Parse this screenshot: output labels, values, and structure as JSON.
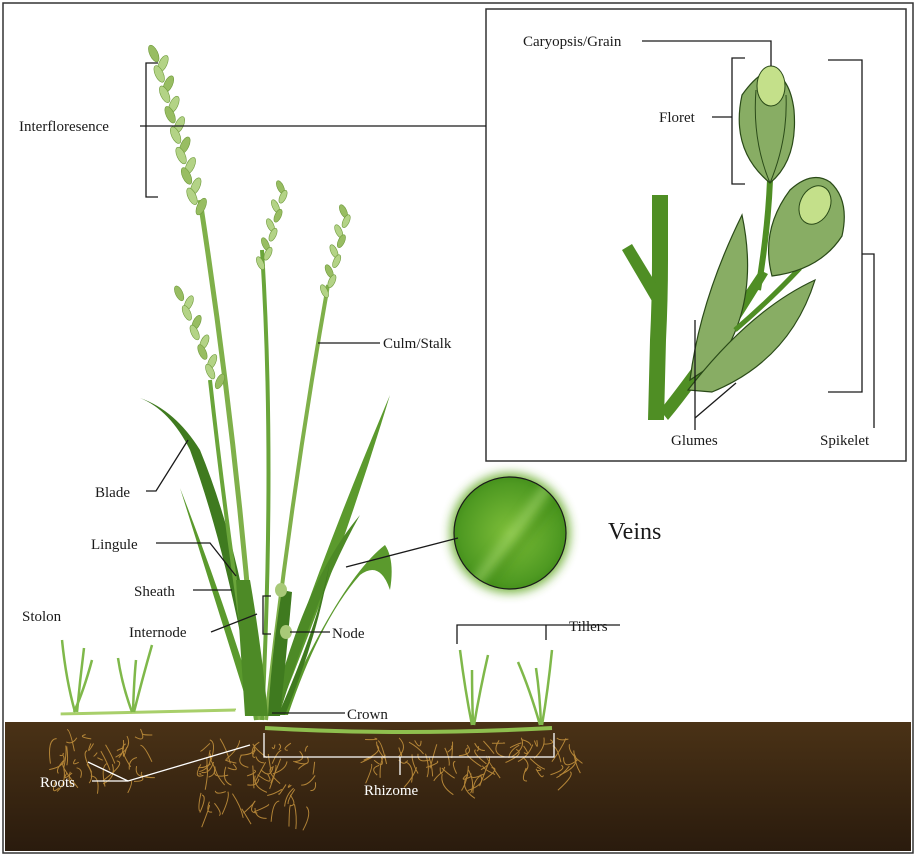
{
  "labels": {
    "interfloresence": "Interfloresence",
    "culm": "Culm/Stalk",
    "blade": "Blade",
    "lingule": "Lingule",
    "sheath": "Sheath",
    "stolon": "Stolon",
    "internode": "Internode",
    "node": "Node",
    "tillers": "Tillers",
    "crown": "Crown",
    "roots": "Roots",
    "rhizome": "Rhizome",
    "veins": "Veins",
    "caryopsis": "Caryopsis/Grain",
    "floret": "Floret",
    "glumes": "Glumes",
    "spikelet": "Spikelet"
  },
  "colors": {
    "soil_top": "#4a3216",
    "soil_bottom": "#2a1b0d",
    "leaf_dark": "#3f7a1f",
    "leaf_mid": "#5b9a2d",
    "leaf_light": "#8fbf4e",
    "spike": "#a8c978",
    "floret": "#88ad64",
    "grain": "#c4e08a",
    "root": "#c8953e"
  }
}
